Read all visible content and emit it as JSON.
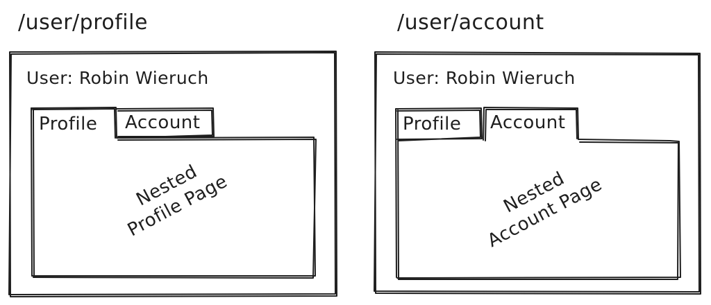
{
  "diagrams": [
    {
      "route": "/user/profile",
      "user_label": "User: Robin Wieruch",
      "tabs": [
        {
          "label": "Profile",
          "active": true
        },
        {
          "label": "Account",
          "active": false
        }
      ],
      "content_line1": "Nested",
      "content_line2": "Profile Page"
    },
    {
      "route": "/user/account",
      "user_label": "User: Robin Wieruch",
      "tabs": [
        {
          "label": "Profile",
          "active": false
        },
        {
          "label": "Account",
          "active": true
        }
      ],
      "content_line1": "Nested",
      "content_line2": "Account Page"
    }
  ],
  "colors": {
    "stroke": "#1e1e1e",
    "background": "#ffffff"
  }
}
